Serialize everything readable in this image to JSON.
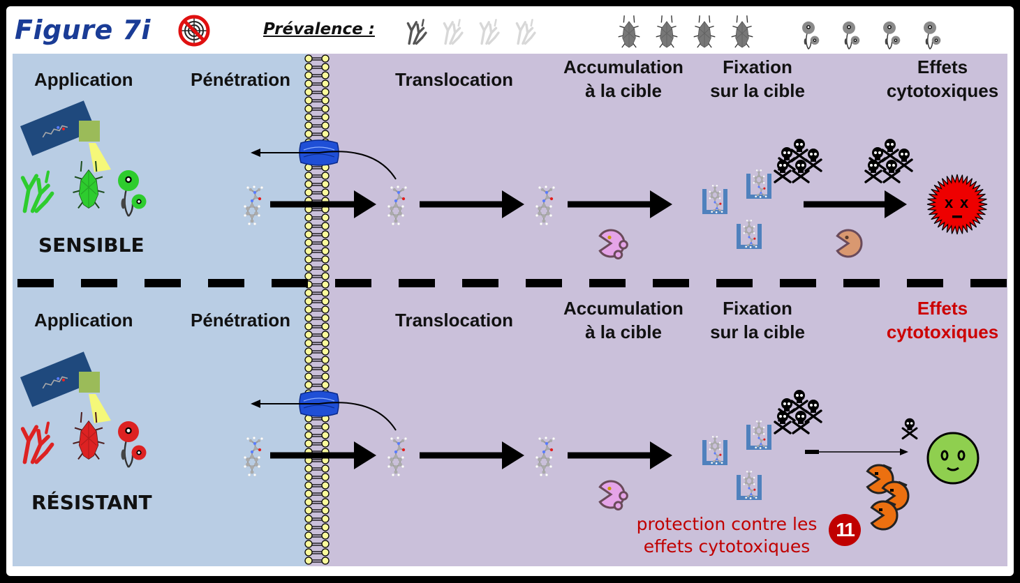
{
  "header": {
    "figure_title": "Figure 7i",
    "no_target_icon": "no-target-icon",
    "prevalence_label": "Prévalence :",
    "prevalence_groups": [
      {
        "organism": "weed-grass",
        "icon": "grass-icon",
        "count": 4,
        "highlighted": 1
      },
      {
        "organism": "aphid",
        "icon": "aphid-icon",
        "count": 4,
        "highlighted": 4
      },
      {
        "organism": "poppy",
        "icon": "poppy-icon",
        "count": 4,
        "highlighted": 4
      }
    ]
  },
  "steps": {
    "application": "Application",
    "penetration": "Pénétration",
    "translocation": "Translocation",
    "accumulation_1": "Accumulation",
    "accumulation_2": "à la cible",
    "fixation_1": "Fixation",
    "fixation_2": "sur la cible",
    "effects_1": "Effets",
    "effects_2": "cytotoxiques"
  },
  "rows": {
    "sensible": {
      "label": "SENSIBLE",
      "organism_color": "#2ecc2e",
      "outcome": "dead-cell",
      "skull_count_before": 5,
      "skull_count_after": 5
    },
    "resistant": {
      "label": "RÉSISTANT",
      "organism_color": "#dd2222",
      "outcome": "healthy-cell",
      "skull_count_before": 5,
      "skull_count_after": 1,
      "protection_text_1": "protection contre les",
      "protection_text_2": "effets cytotoxiques",
      "badge_number": "11"
    }
  },
  "colors": {
    "title_blue": "#1a3c96",
    "outside_zone": "#b9cde4",
    "inside_zone": "#cac0da",
    "membrane_head": "#fafa9c",
    "transporter": "#1f4fd6",
    "highlight_red": "#c00000",
    "dead_cell": "#ee0000",
    "healthy_cell": "#8fcf4f",
    "enzyme_pink": "#e5a4e8",
    "enzyme_tan": "#d99870",
    "enzyme_orange": "#ec7010",
    "target_blue": "#4f81bd"
  }
}
